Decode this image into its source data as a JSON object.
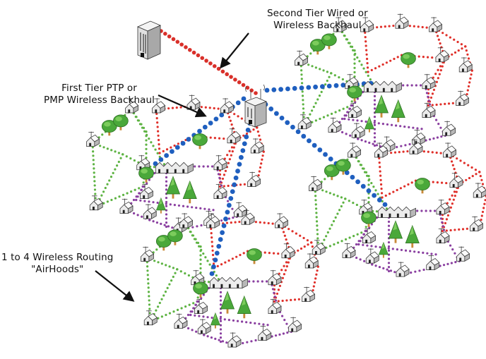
{
  "labels": {
    "second_tier": {
      "line1": "Second Tier Wired or",
      "line2": "Wireless Backhaul"
    },
    "first_tier": {
      "line1": "First Tier PTP or",
      "line2": "PMP Wireless Backhaul"
    },
    "airhoods": {
      "line1": "1 to 4 Wireless Routing",
      "line2": "\"AirHoods\""
    }
  },
  "colors": {
    "second_tier_link": "#d9302a",
    "first_tier_link": "#1f5fbf",
    "mesh_green": "#5db342",
    "mesh_red": "#e0302a",
    "mesh_purple": "#8a3fa0",
    "tree_green": "#4aa83a",
    "tree_trunk": "#c98a3a",
    "building_face": "#e8e8e8",
    "building_side": "#b0b0b0",
    "arrow": "#111111"
  },
  "nodes": {
    "hq_building": "headquarters-building",
    "hub_building": "hub-building",
    "airhood_count": 4
  },
  "airhoods": [
    {
      "name": "airhood-top-right"
    },
    {
      "name": "airhood-left"
    },
    {
      "name": "airhood-right"
    },
    {
      "name": "airhood-bottom"
    }
  ]
}
